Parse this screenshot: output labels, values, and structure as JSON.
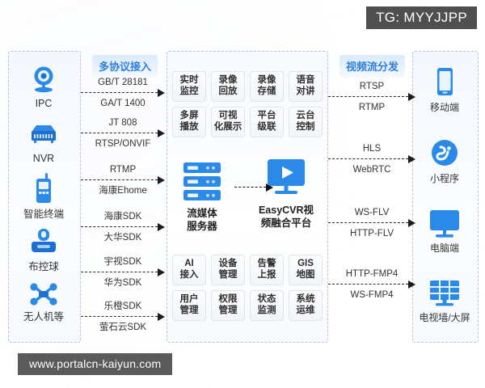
{
  "overlays": {
    "tg_badge": "TG: MYYJJPP",
    "url_badge": "www.portalcn-kaiyun.com"
  },
  "headers": {
    "access": "多协议接入",
    "distribution": "视频流分发"
  },
  "sources": {
    "items": [
      {
        "label": "IPC",
        "icon": "ipc-camera-icon"
      },
      {
        "label": "NVR",
        "icon": "nvr-recorder-icon"
      },
      {
        "label": "智能终端",
        "icon": "smart-terminal-icon"
      },
      {
        "label": "布控球",
        "icon": "ptz-ball-camera-icon"
      },
      {
        "label": "无人机等",
        "icon": "drone-icon"
      }
    ]
  },
  "access_protocols": [
    {
      "top": "GB/T 28181",
      "bottom": "GA/T 1400"
    },
    {
      "top": "JT  808",
      "bottom": "RTSP/ONVIF"
    },
    {
      "top": "RTMP",
      "bottom": "海康Ehome"
    },
    {
      "top": "海康SDK",
      "bottom": "大华SDK"
    },
    {
      "top": "宇视SDK",
      "bottom": "华为SDK"
    },
    {
      "top": "乐橙SDK",
      "bottom": "萤石云SDK"
    }
  ],
  "platform": {
    "top_features": [
      {
        "line1": "实时",
        "line2": "监控"
      },
      {
        "line1": "录像",
        "line2": "回放"
      },
      {
        "line1": "录像",
        "line2": "存储"
      },
      {
        "line1": "语音",
        "line2": "对讲"
      },
      {
        "line1": "多屏",
        "line2": "播放"
      },
      {
        "line1": "可视",
        "line2": "化展示"
      },
      {
        "line1": "平台",
        "line2": "级联"
      },
      {
        "line1": "云台",
        "line2": "控制"
      }
    ],
    "flow": {
      "server": {
        "line1": "流媒体",
        "line2": "服务器",
        "icon": "server-stack-icon"
      },
      "product": {
        "line1": "EasyCVR视",
        "line2": "频融合平台",
        "icon": "monitor-play-icon"
      }
    },
    "bottom_features": [
      {
        "line1": "AI",
        "line2": "接入"
      },
      {
        "line1": "设备",
        "line2": "管理"
      },
      {
        "line1": "告警",
        "line2": "上报"
      },
      {
        "line1": "GIS",
        "line2": "地图"
      },
      {
        "line1": "用户",
        "line2": "管理"
      },
      {
        "line1": "权限",
        "line2": "管理"
      },
      {
        "line1": "状态",
        "line2": "监测"
      },
      {
        "line1": "系统",
        "line2": "运维"
      }
    ]
  },
  "dist_protocols": [
    {
      "top": "RTSP",
      "bottom": "RTMP"
    },
    {
      "top": "HLS",
      "bottom": "WebRTC"
    },
    {
      "top": "WS-FLV",
      "bottom": "HTTP-FLV"
    },
    {
      "top": "HTTP-FMP4",
      "bottom": "WS-FMP4"
    }
  ],
  "clients": {
    "items": [
      {
        "label": "移动端",
        "icon": "mobile-phone-icon"
      },
      {
        "label": "小程序",
        "icon": "mini-program-icon"
      },
      {
        "label": "电脑端",
        "icon": "desktop-monitor-icon"
      },
      {
        "label": "电视墙/大屏",
        "icon": "video-wall-icon"
      }
    ]
  },
  "colors": {
    "accent": "#2f7fe0",
    "icon_blue": "#2b8ae8",
    "icon_blue_dark": "#1f6fd0",
    "panel_border": "#b9c4d6",
    "badge_bg": "#555555"
  }
}
